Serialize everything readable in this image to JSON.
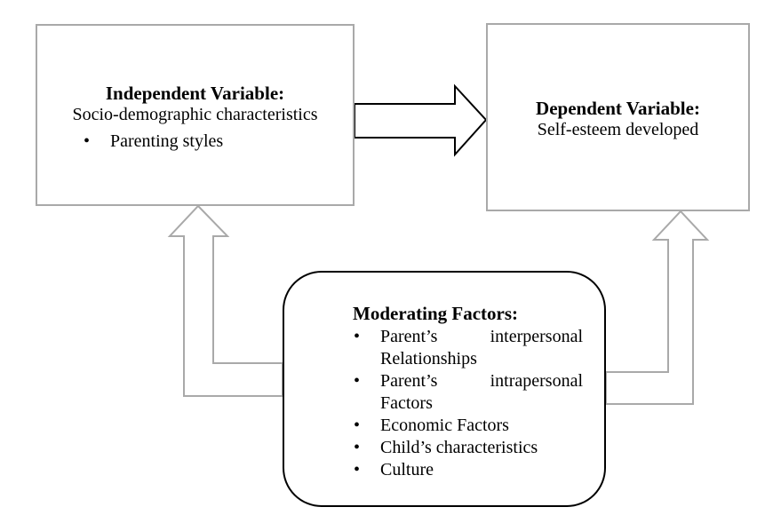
{
  "independent": {
    "title": "Independent Variable:",
    "subtitle": "Socio-demographic characteristics",
    "bullet": "Parenting styles"
  },
  "dependent": {
    "title": "Dependent Variable:",
    "subtitle": "Self-esteem developed"
  },
  "moderating": {
    "title": "Moderating Factors:",
    "items": [
      {
        "word1": "Parent’s",
        "word2": "interpersonal",
        "word3": "Relationships"
      },
      {
        "word1": "Parent’s",
        "word2": "intrapersonal",
        "word3": "Factors"
      },
      {
        "text": "Economic Factors"
      },
      {
        "text": "Child’s characteristics"
      },
      {
        "text": "Culture"
      }
    ]
  },
  "bullet_symbol": "•",
  "colors": {
    "box_border": "#a9a9a9",
    "arrow_outline_main": "#000000",
    "arrow_outline_side": "#a9a9a9",
    "moderating_border": "#000000"
  }
}
